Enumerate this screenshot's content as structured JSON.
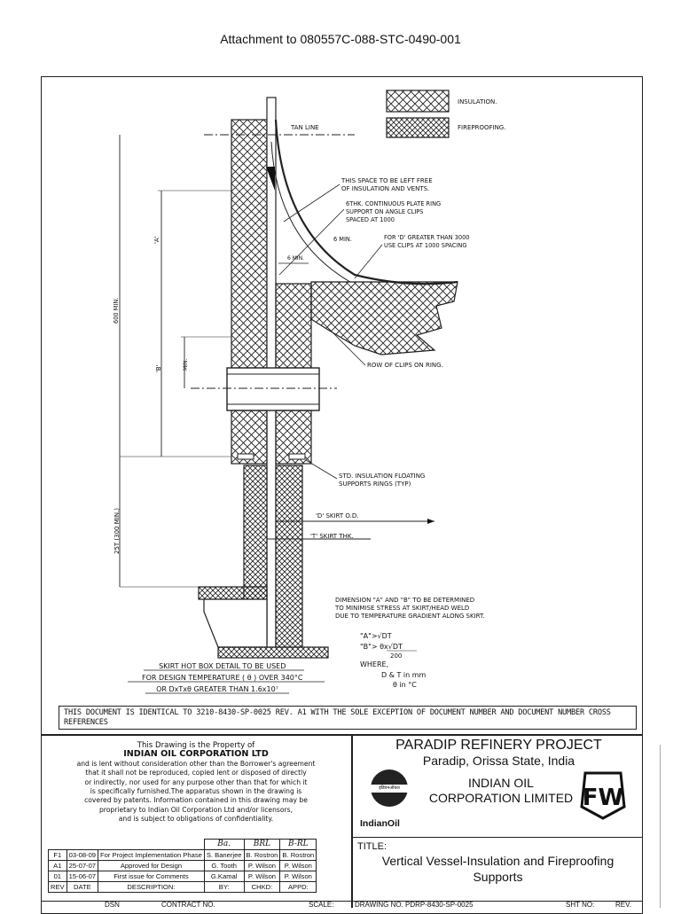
{
  "header": {
    "title": "Attachment to 080557C-088-STC-0490-001"
  },
  "legend": {
    "insulation": "INSULATION.",
    "fireproofing": "FIREPROOFING."
  },
  "drawing": {
    "tan_line": "TAN LINE",
    "note_space": [
      "THIS SPACE TO BE LEFT FREE",
      "OF INSULATION AND VENTS."
    ],
    "note_ring": [
      "6THK. CONTINUOUS PLATE RING",
      "SUPPORT ON ANGLE CLIPS",
      "SPACED AT 1000"
    ],
    "six_min": "6 MIN.",
    "six_min_2": "6 MIN.",
    "note_clips": [
      "FOR 'D' GREATER THAN 3000",
      "USE CLIPS AT 1000 SPACING"
    ],
    "row_of_clips": "ROW OF CLIPS ON RING.",
    "dim_600": "600 MIN.",
    "dim_a": "'A'",
    "dim_b": "'B'",
    "dim_min": "MIN.",
    "dim_25t": "25T (300 MIN.)",
    "std_supports": [
      "STD. INSULATION FLOATING",
      "SUPPORTS RINGS (TYP)"
    ],
    "skirt_od": "'D' SKIRT O.D.",
    "skirt_thk": "'T' SKIRT THK.",
    "dimension_note": [
      "DIMENSION \"A\" AND \"B\" TO BE DETERMINED",
      "TO MINIMISE STRESS AT SKIRT/HEAD WELD",
      "DUE TO TEMPERATURE GRADIENT ALONG SKIRT."
    ],
    "formula_a": "\"A\">√DT",
    "formula_b": "\"B\"> θx√DT",
    "formula_b_den": "200",
    "where": "WHERE,",
    "where_dt": "D & T in mm",
    "where_theta": "θ in °C",
    "caption": [
      "SKIRT HOT BOX DETAIL TO BE USED",
      "FOR DESIGN TEMPERATURE ( θ ) OVER 340°C",
      "OR DxTxθ GREATER THAN 1.6x10⁷"
    ]
  },
  "note_box": "THIS DOCUMENT IS IDENTICAL TO 3210-8430-SP-0025 REV. A1 WITH THE SOLE EXCEPTION OF DOCUMENT NUMBER AND DOCUMENT NUMBER CROSS REFERENCES",
  "property": {
    "line1": "This Drawing is the Property of",
    "company": "INDIAN OIL CORPORATION LTD",
    "body": [
      "and is lent without consideration other than the Borrower's agreement",
      "that it shall not be reproduced, copied lent or disposed of directly",
      "or indirectly, nor used for any purpose other than that for which it",
      "is specifically furnished.The apparatus shown in the drawing is",
      "covered by patents. Information contained in this drawing may be",
      "proprietary to Indian Oil Corporation Ltd and/or licensors,",
      "and is subject to obligations of confidentiality."
    ]
  },
  "project": {
    "title": "PARADIP REFINERY PROJECT",
    "location": "Paradip, Orissa State, India",
    "company_line1": "INDIAN OIL",
    "company_line2": "CORPORATION LIMITED",
    "ioc_logo_text": "IndianOil",
    "ioc_band_text": "इंडियनऑयल",
    "fw_logo": "FW"
  },
  "title_block": {
    "label": "TITLE:",
    "line1": "Vertical Vessel-Insulation and Fireproofing",
    "line2": "Supports"
  },
  "revisions": {
    "signatures": [
      "Ba.",
      "BRL",
      "B-RL"
    ],
    "rows": [
      {
        "rev": "F1",
        "date": "03-08-09",
        "desc": "For Project Implementation Phase",
        "by": "S. Banerjee",
        "chkd": "B. Rostron",
        "appd": "B. Rostron"
      },
      {
        "rev": "A1",
        "date": "25-07-07",
        "desc": "Approved for Design",
        "by": "G. Tooth",
        "chkd": "P. Wilson",
        "appd": "P. Wilson"
      },
      {
        "rev": "01",
        "date": "15-06-07",
        "desc": "First issue for Comments",
        "by": "G.Kamal",
        "chkd": "P. Wilson",
        "appd": "P. Wilson"
      }
    ],
    "headers": {
      "rev": "REV",
      "date": "DATE",
      "desc": "DESCRIPTION:",
      "by": "BY:",
      "chkd": "CHKD:",
      "appd": "APPD:"
    }
  },
  "bottom": {
    "dsn": "DSN",
    "contract": "CONTRACT NO.",
    "scale": "SCALE:",
    "drawing_no": "DRAWING NO. PDRP-8430-SP-0025",
    "sht_no": "SHT NO:",
    "rev": "REV."
  }
}
